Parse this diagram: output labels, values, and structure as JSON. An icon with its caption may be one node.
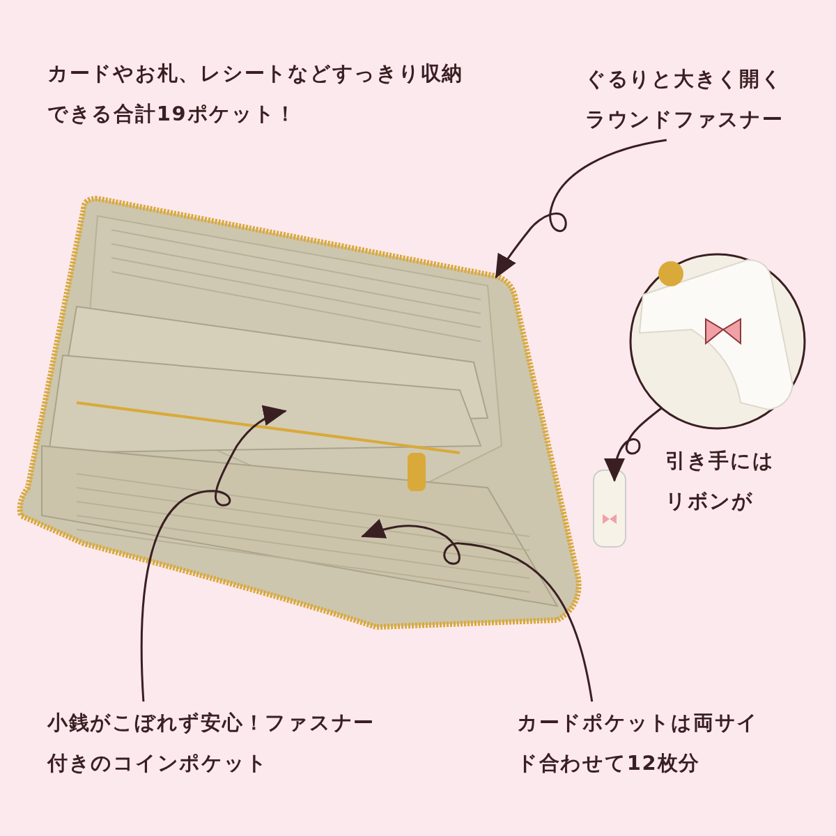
{
  "diagram": {
    "nodes": [
      {
        "text": [
          "ぐるりと大きく開くラウンドファスナー"
        ]
      },
      {
        "text": [],
        "shape": "picture",
        "beside": [
          "引き手にはリボンが"
        ]
      },
      {
        "text": [
          "小銭がこぼれず安心！ファスナー付きのコインポケット"
        ]
      },
      {
        "text": [
          "カードポケットは両サイド合わせて12枚分"
        ]
      }
    ],
    "edges": [
      {
        "from": 0,
        "to": null,
        "arrow": "to"
      },
      {
        "from": 1,
        "to": null,
        "arrow": "to"
      },
      {
        "from": 2,
        "to": null,
        "arrow": "to"
      },
      {
        "from": 3,
        "to": null,
        "arrow": "to"
      }
    ],
    "labels": [
      "カードやお札、レシートなどすっきり収納できる合計19ポケット！"
    ]
  }
}
